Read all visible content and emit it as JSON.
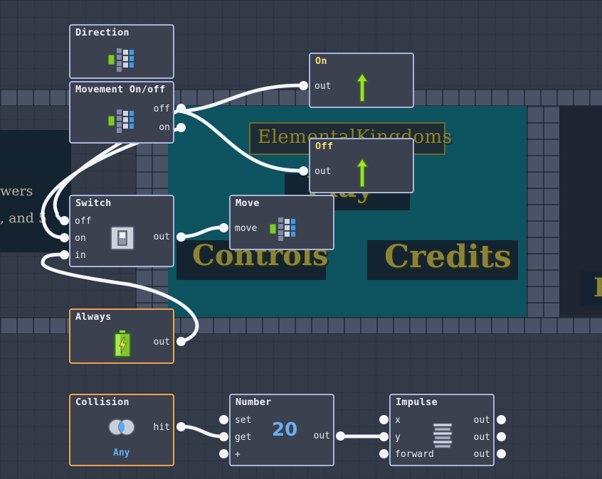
{
  "scene": {
    "title": "ElementalKingdoms",
    "play_fragment": "Play",
    "controls": "Controls",
    "credits": "Credits",
    "side_line_1": "wers",
    "side_line_2": ", and 5",
    "far_right_letter": "F"
  },
  "nodes": {
    "direction": {
      "title": "Direction"
    },
    "movement": {
      "title": "Movement On/off",
      "out_off": "off",
      "out_on": "on"
    },
    "on": {
      "title": "On",
      "port": "out"
    },
    "off": {
      "title": "Off",
      "port": "out"
    },
    "switch": {
      "title": "Switch",
      "in_off": "off",
      "in_on": "on",
      "in_in": "in",
      "out": "out"
    },
    "move": {
      "title": "Move",
      "in_move": "move"
    },
    "always": {
      "title": "Always",
      "out": "out"
    },
    "collision": {
      "title": "Collision",
      "out": "hit",
      "mode": "Any"
    },
    "number": {
      "title": "Number",
      "in_set": "set",
      "in_get": "get",
      "in_plus": "+",
      "value": "20",
      "out": "out"
    },
    "impulse": {
      "title": "Impulse",
      "in_x": "x",
      "in_y": "y",
      "in_forward": "forward",
      "out_1": "out",
      "out_2": "out",
      "out_3": "out"
    }
  },
  "colors": {
    "node_border": "#a9b4d8",
    "event_border": "#f0a24a",
    "accent_blue": "#69aef4",
    "wire": "#f4f6fb"
  },
  "icons": {
    "direction": "flow-grid-icon",
    "movement": "flow-grid-icon",
    "on": "green-arrow-up-icon",
    "off": "green-arrow-up-icon",
    "switch": "toggle-switch-icon",
    "move": "flow-grid-icon",
    "always": "battery-icon",
    "collision": "overlap-circles-icon",
    "impulse": "spring-icon"
  }
}
